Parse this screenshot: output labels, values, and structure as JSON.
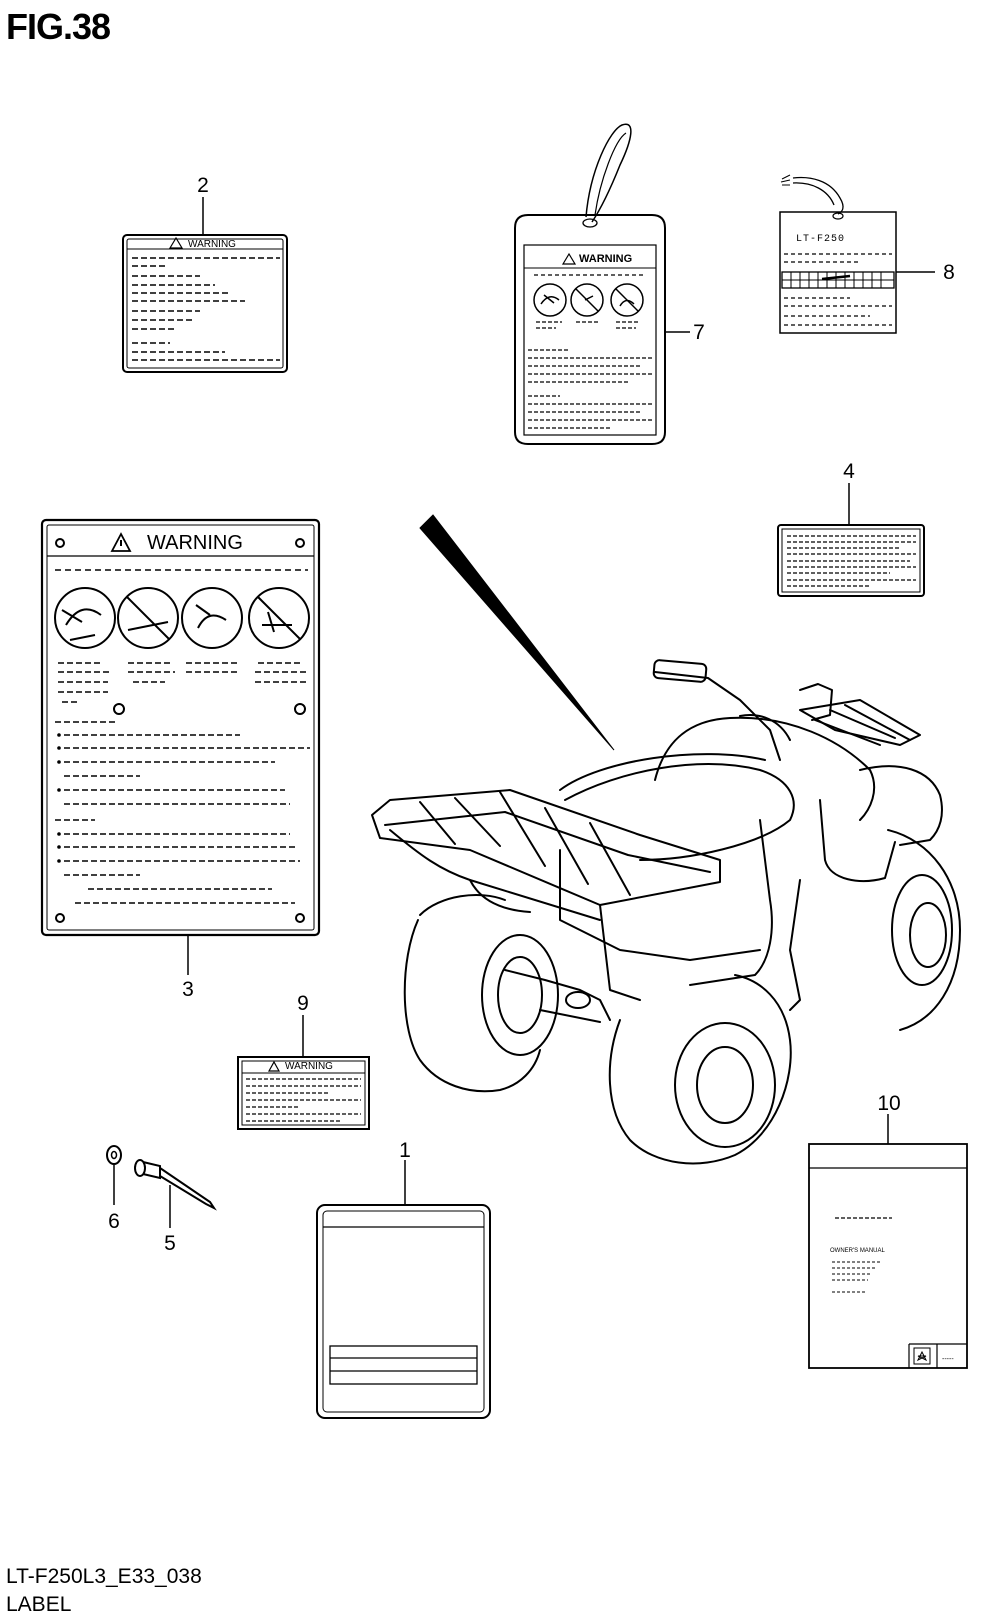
{
  "figure_title": "FIG.38",
  "model_code": "LT-F250L3_E33_038",
  "caption": "LABEL",
  "warning_word": "WARNING",
  "hang_tag_model": "LT-F250",
  "manual_heading": "OWNER'S MANUAL",
  "manual_trailer": "-----",
  "callouts": {
    "c1": "1",
    "c2": "2",
    "c3": "3",
    "c4": "4",
    "c5": "5",
    "c6": "6",
    "c7": "7",
    "c8": "8",
    "c9": "9",
    "c10": "10"
  }
}
